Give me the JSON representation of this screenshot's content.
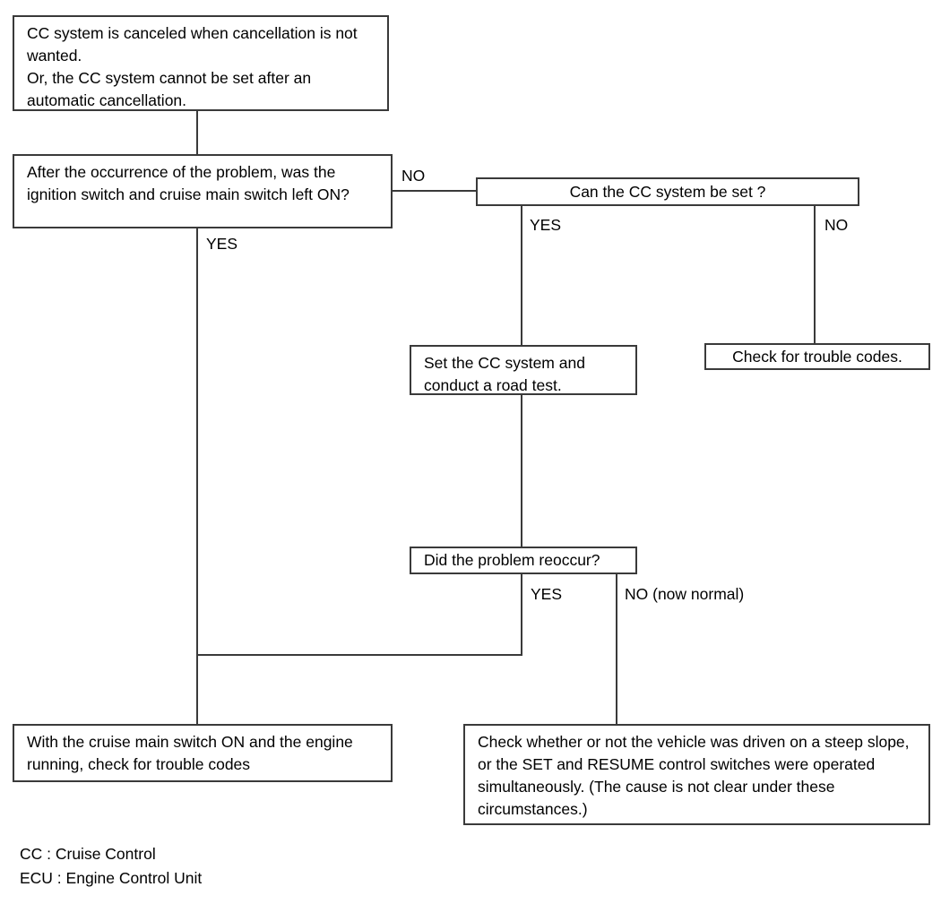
{
  "diagram": {
    "title": "CC System Cancellation Troubleshooting Flowchart",
    "colors": {
      "background": "#ffffff",
      "box_border": "#3a3a3a",
      "connector": "#3a3a3a",
      "text": "#000000"
    },
    "nodes": {
      "problem_statement": "CC system is canceled when cancellation is not wanted.\nOr, the CC system cannot be set after an automatic cancellation.",
      "question_ignition": "After the occurrence of the problem, was the ignition switch and cruise main switch left ON?",
      "question_can_set": "Can the CC system be set ?",
      "action_set_and_road_test": "Set the CC system and conduct a road test.",
      "action_check_trouble_codes": "Check for trouble codes.",
      "question_reoccur": "Did the problem reoccur?",
      "action_cruise_switch_on": "With the cruise main switch ON and the engine running, check for trouble codes",
      "action_check_conditions": "Check whether or not the vehicle was driven on a steep slope, or the SET and RESUME control switches were operated simultaneously. (The cause is not clear under these circumstances.)"
    },
    "edge_labels": {
      "ignition_no": "NO",
      "ignition_yes": "YES",
      "can_set_yes": "YES",
      "can_set_no": "NO",
      "reoccur_yes": "YES",
      "reoccur_no": "NO (now normal)"
    },
    "legend": "CC : Cruise Control\nECU : Engine Control Unit"
  }
}
